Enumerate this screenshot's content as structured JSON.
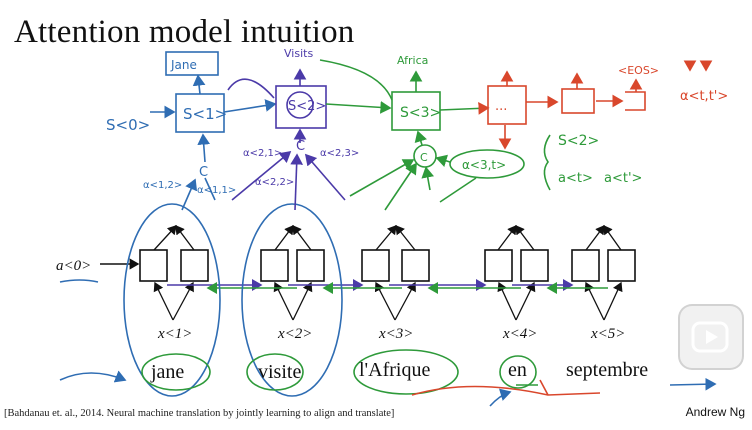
{
  "slide": {
    "title": "Attention model intuition",
    "citation": "[Bahdanau et. al., 2014. Neural machine translation by jointly learning to align and translate]",
    "author": "Andrew Ng"
  },
  "encoder": {
    "initial_activation": "a<0>",
    "inputs": [
      "x<1>",
      "x<2>",
      "x<3>",
      "x<4>",
      "x<5>"
    ],
    "words": [
      "jane",
      "visite",
      "l'Afrique",
      "en",
      "septembre"
    ]
  },
  "annotations": {
    "s0": "S<0>",
    "s1": "S<1>",
    "s2": "S<2>",
    "s3": "S<3>",
    "c": "C",
    "out_jane": "Jane",
    "out_visits": "Visits",
    "out_africa": "Africa",
    "eos": "<EOS>",
    "dots": "...",
    "a11": "α<1,1>",
    "a12": "α<1,2>",
    "a21": "α<2,1>",
    "a22": "α<2,2>",
    "a23": "α<2,3>",
    "a3t": "α<3,t>",
    "att_general": "α<t,t'>",
    "s2_note": "S<2>",
    "at_note": "a<t>",
    "atp_note": "a<t'>"
  },
  "colors": {
    "blue": "#2f6db3",
    "purple": "#4b3aa8",
    "green": "#2e9a3a",
    "red": "#d9472c",
    "ink": "#111111"
  },
  "ui": {
    "play_icon": "play-icon"
  }
}
